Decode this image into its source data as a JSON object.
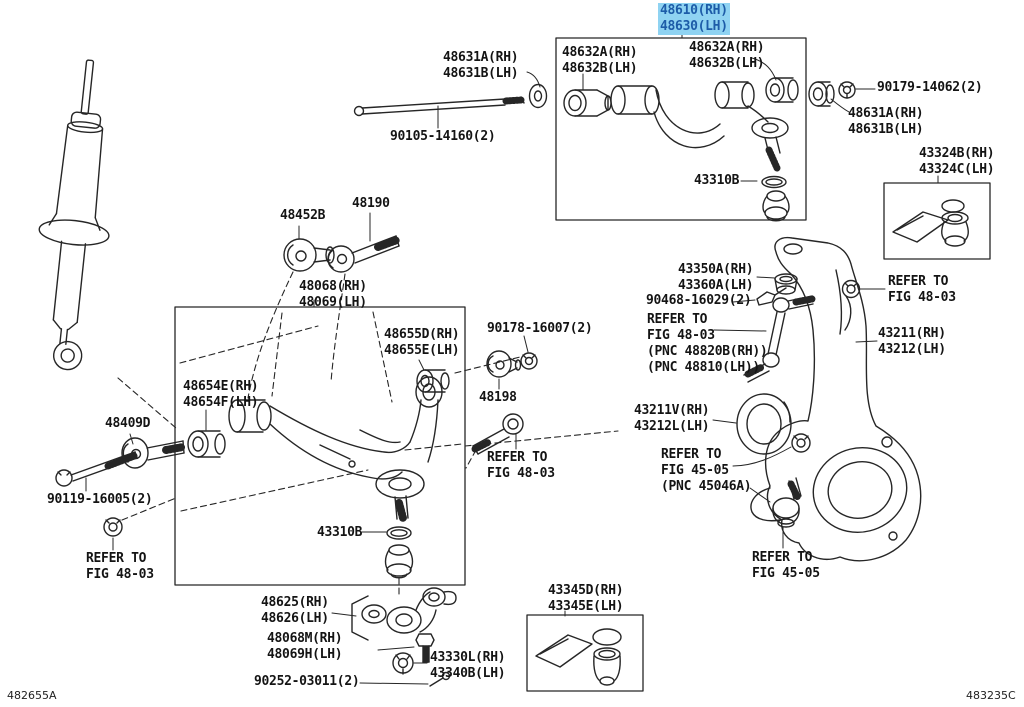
{
  "diagram": {
    "colors": {
      "highlight_bg": "#8fd3f2",
      "highlight_text": "#1d5ca8",
      "line_color": "#262626",
      "text_color": "#141414"
    },
    "labels": {
      "p48610_48630": "48610(RH)\n48630(LH)",
      "p48631_top": "48631A(RH)\n48631B(LH)",
      "p90105": "90105-14160(2)",
      "p48632_left": "48632A(RH)\n48632B(LH)",
      "p48632_right": "48632A(RH)\n48632B(LH)",
      "p90179": "90179-14062(2)",
      "p48631_right": "48631A(RH)\n48631B(LH)",
      "p43324": "43324B(RH)\n43324C(LH)",
      "p43310b_top": "43310B",
      "p43350": "43350A(RH)\n43360A(LH)",
      "p90468": "90468-16029(2)",
      "refer4803_pnc": "REFER TO\nFIG 48-03\n(PNC 48820B(RH))\n(PNC 48810(LH))",
      "refer4803_right": "REFER TO\nFIG 48-03",
      "p43211": "43211(RH)\n43212(LH)",
      "p48452b": "48452B",
      "p48190": "48190",
      "p48068": "48068(RH)\n48069(LH)",
      "p48655": "48655D(RH)\n48655E(LH)",
      "p90178": "90178-16007(2)",
      "p48654": "48654E(RH)\n48654F(LH)",
      "p48198": "48198",
      "refer4803_mid": "REFER TO\nFIG 48-03",
      "p48409d": "48409D",
      "p90119": "90119-16005(2)",
      "refer4803_bl": "REFER TO\nFIG 48-03",
      "p43310b_bottom": "43310B",
      "p43211v": "43211V(RH)\n43212L(LH)",
      "refer4505_pnc": "REFER TO\nFIG 45-05\n(PNC 45046A)",
      "refer4505_bottom": "REFER TO\nFIG 45-05",
      "p48625": "48625(RH)\n48626(LH)",
      "p48068m": "48068M(RH)\n48069H(LH)",
      "p43330l": "43330L(RH)\n43340B(LH)",
      "p90252": "90252-03011(2)",
      "p43345": "43345D(RH)\n43345E(LH)"
    },
    "footer": {
      "left": "482655A",
      "right": "483235C"
    }
  }
}
